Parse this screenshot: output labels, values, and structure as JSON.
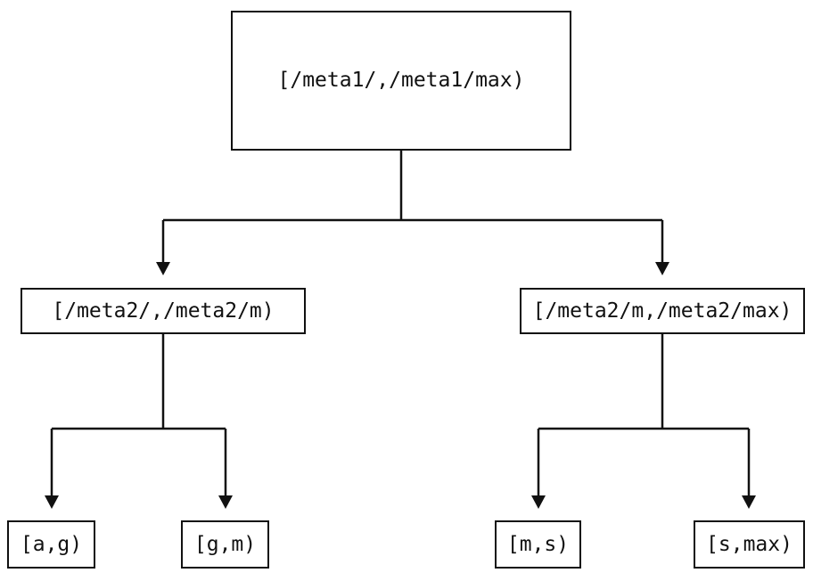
{
  "diagram": {
    "type": "binary-interval-tree",
    "root": {
      "label": "[/meta1/,/meta1/max)"
    },
    "level2": [
      {
        "label": "[/meta2/,/meta2/m)"
      },
      {
        "label": "[/meta2/m,/meta2/max)"
      }
    ],
    "leaves": [
      {
        "label": "[a,g)"
      },
      {
        "label": "[g,m)"
      },
      {
        "label": "[m,s)"
      },
      {
        "label": "[s,max)"
      }
    ]
  },
  "colors": {
    "line": "#111111",
    "text": "#111111",
    "background": "#ffffff"
  }
}
